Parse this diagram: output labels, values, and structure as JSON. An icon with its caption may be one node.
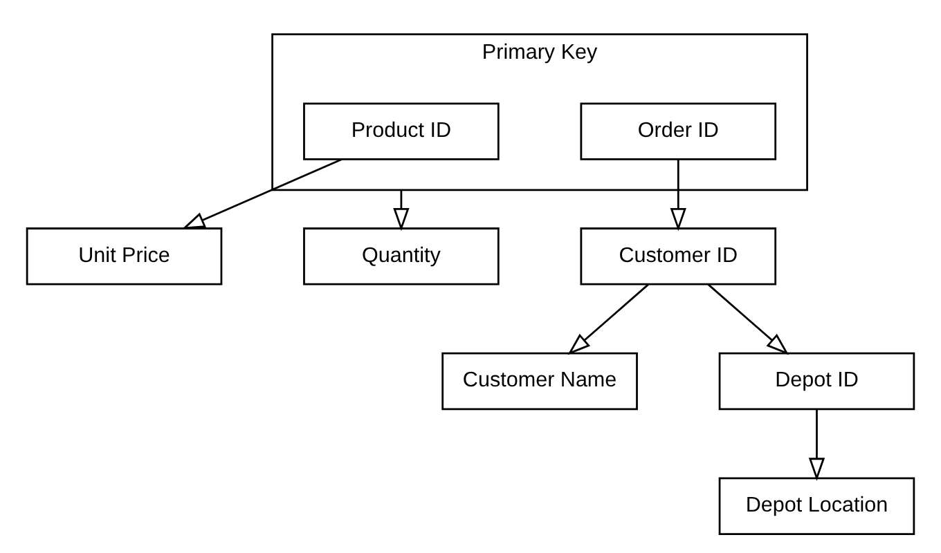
{
  "diagram": {
    "nodes": [
      {
        "text": [
          "Primary Key"
        ]
      },
      {
        "text": [
          "Product ID"
        ],
        "in": 0
      },
      {
        "text": [
          "Order ID"
        ],
        "in": 0
      },
      {
        "text": [
          "Unit Price"
        ]
      },
      {
        "text": [
          "Quantity"
        ]
      },
      {
        "text": [
          "Customer ID"
        ]
      },
      {
        "text": [
          "Customer Name"
        ]
      },
      {
        "text": [
          "Depot ID"
        ]
      },
      {
        "text": [
          "Depot Location"
        ]
      }
    ],
    "edges": [
      {
        "from": 1,
        "to": 3,
        "arrow": "to"
      },
      {
        "from": 0,
        "to": 4,
        "arrow": "to"
      },
      {
        "from": 2,
        "to": 5,
        "arrow": "to"
      },
      {
        "from": 5,
        "to": 6,
        "arrow": "to"
      },
      {
        "from": 5,
        "to": 7,
        "arrow": "to"
      },
      {
        "from": 7,
        "to": 8,
        "arrow": "to"
      }
    ]
  }
}
